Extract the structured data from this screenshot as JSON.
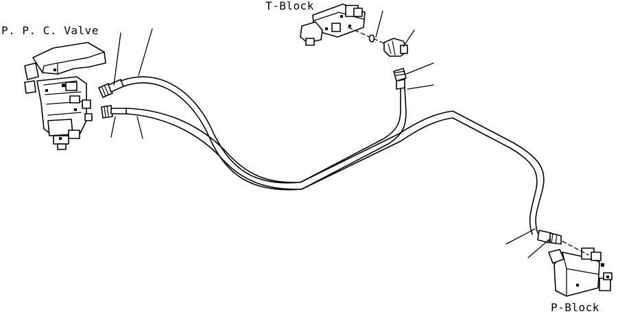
{
  "labels": {
    "ppc_valve": "P. P. C. Valve",
    "t_block": "T-Block",
    "p_block": "P-Block"
  },
  "colors": {
    "line": "#000000",
    "background": "#ffffff"
  }
}
